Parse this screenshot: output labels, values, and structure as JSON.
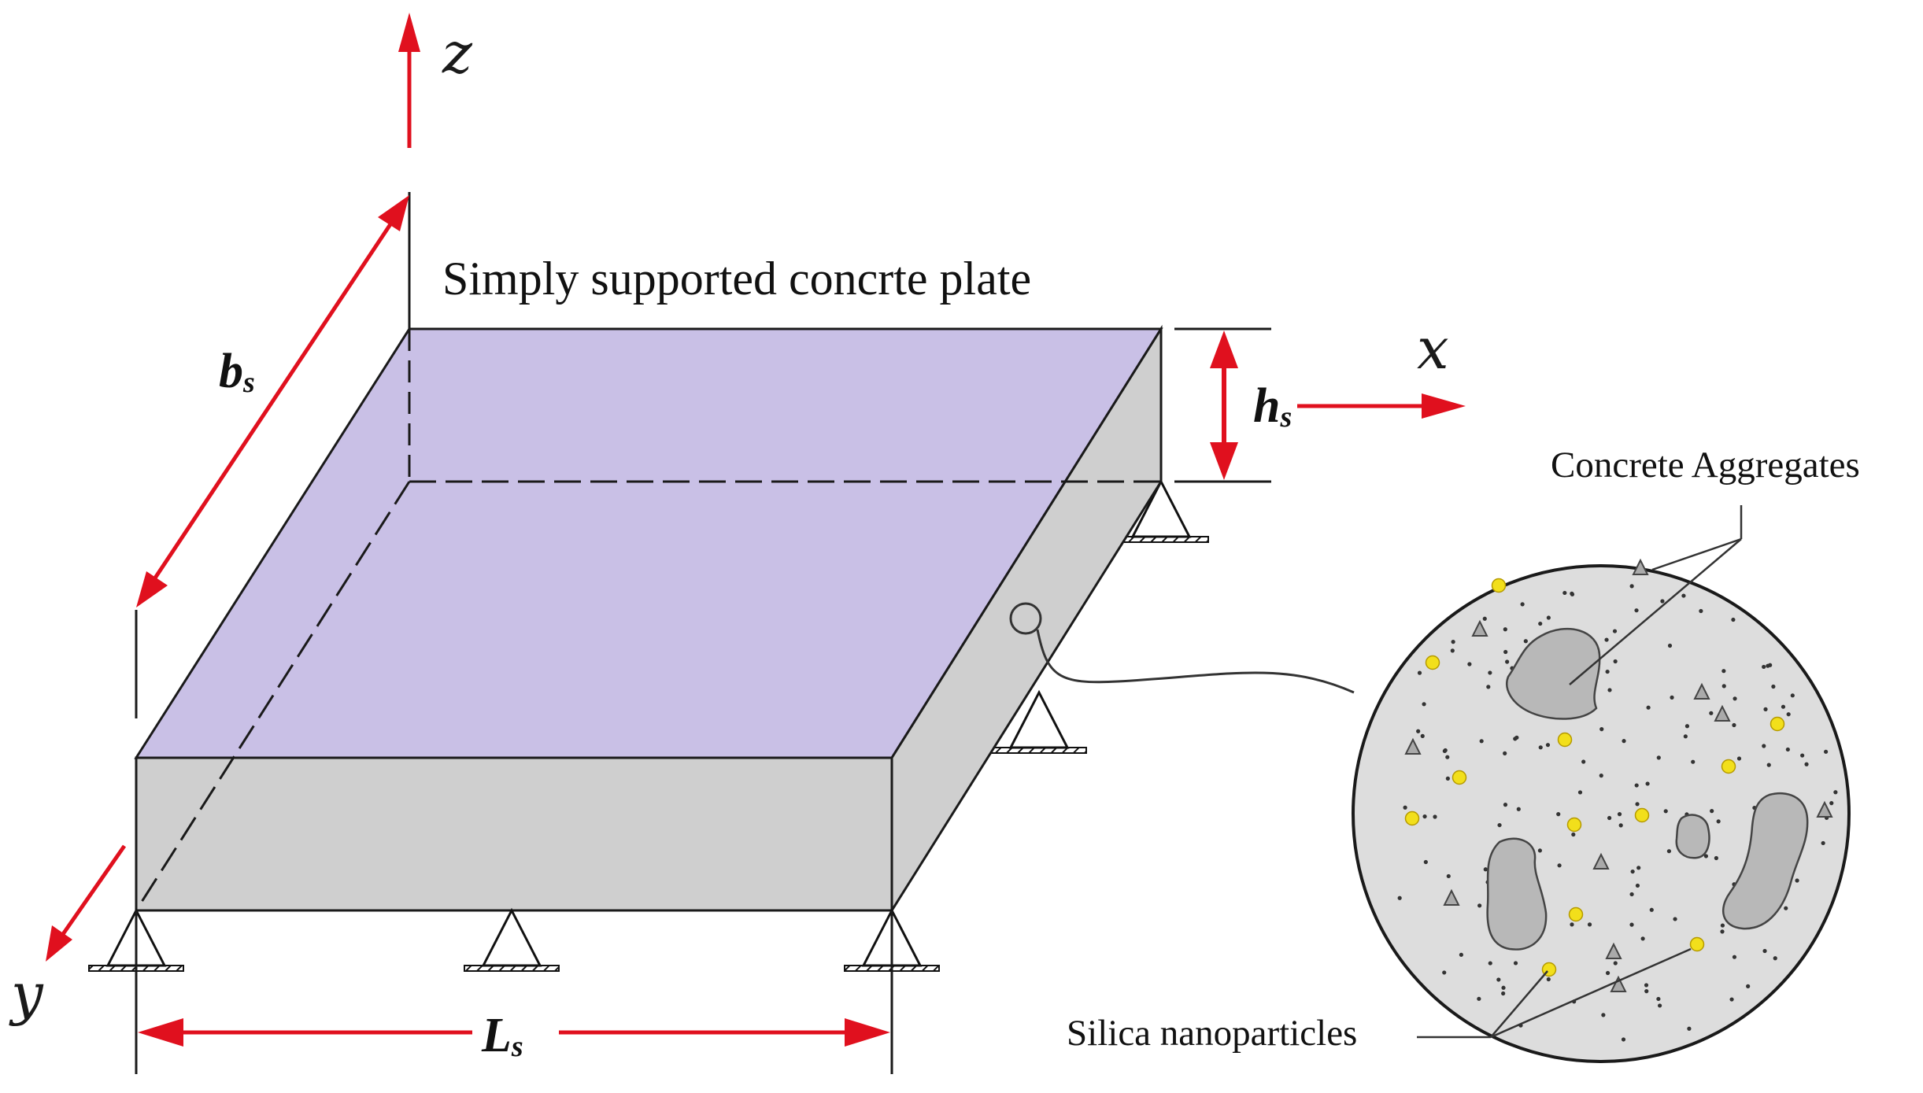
{
  "diagram": {
    "title": "Simply supported concrte plate",
    "axes": {
      "x": "x",
      "y": "y",
      "z": "z"
    },
    "dimensions": {
      "width": {
        "main": "b",
        "sub": "s"
      },
      "height": {
        "main": "h",
        "sub": "s"
      },
      "length": {
        "main": "L",
        "sub": "s"
      }
    },
    "callouts": {
      "aggregates": "Concrete Aggregates",
      "nanoparticles": "Silica nanoparticles"
    }
  },
  "colors": {
    "top_face": "#c9c0e6",
    "side_face": "#cfcfcf",
    "dimension_arrow": "#e0101e",
    "nanoparticle": "#f2df1b",
    "aggregate": "#b8b8b8",
    "inset_background": "#dddddd"
  }
}
